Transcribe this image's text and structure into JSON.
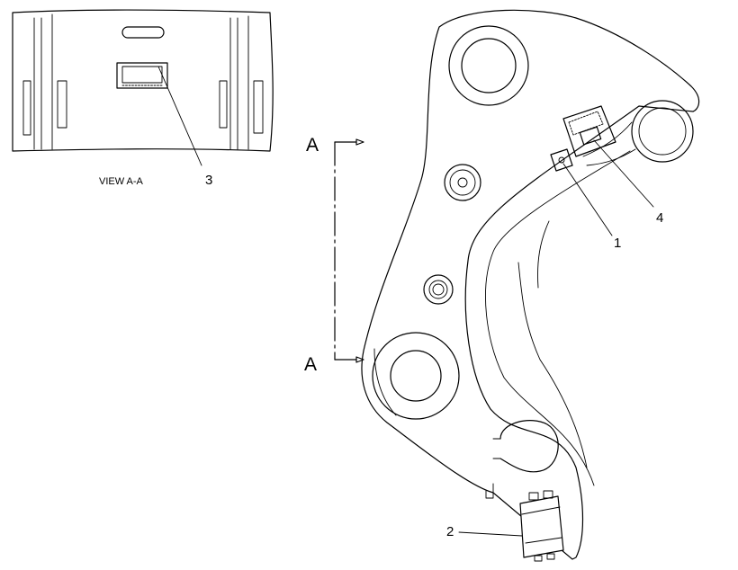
{
  "view_caption": "VIEW A-A",
  "section_letter_top": "A",
  "section_letter_bottom": "A",
  "callouts": {
    "c1": "1",
    "c2": "2",
    "c3": "3",
    "c4": "4"
  }
}
